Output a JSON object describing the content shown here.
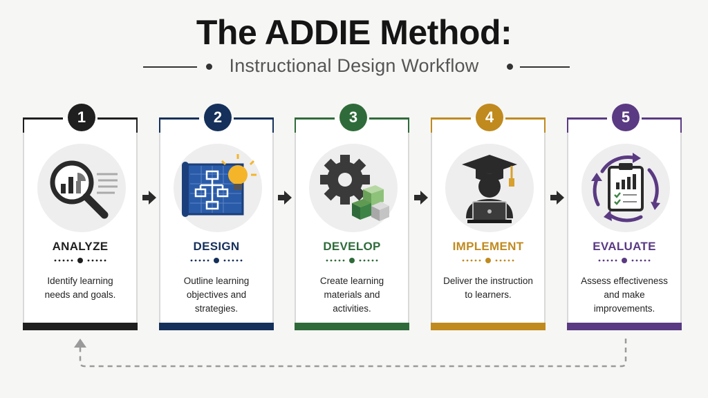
{
  "header": {
    "title": "The ADDIE Method:",
    "subtitle": "Instructional Design Workflow"
  },
  "stages": [
    {
      "number": "1",
      "name": "ANALYZE",
      "description": "Identify learning needs and goals.",
      "color": "#1f1f1f",
      "icon": "magnifier-chart-icon"
    },
    {
      "number": "2",
      "name": "DESIGN",
      "description": "Outline learning objectives and strategies.",
      "color": "#15305a",
      "icon": "blueprint-lightbulb-icon"
    },
    {
      "number": "3",
      "name": "DEVELOP",
      "description": "Create learning materials and activities.",
      "color": "#2f6b3a",
      "icon": "gear-blocks-icon"
    },
    {
      "number": "4",
      "name": "IMPLEMENT",
      "description": "Deliver the instruction to learners.",
      "color": "#c08a1e",
      "icon": "graduate-laptop-icon"
    },
    {
      "number": "5",
      "name": "EVALUATE",
      "description": "Assess effectiveness and make improvements.",
      "color": "#5a3a82",
      "icon": "clipboard-cycle-icon"
    }
  ]
}
